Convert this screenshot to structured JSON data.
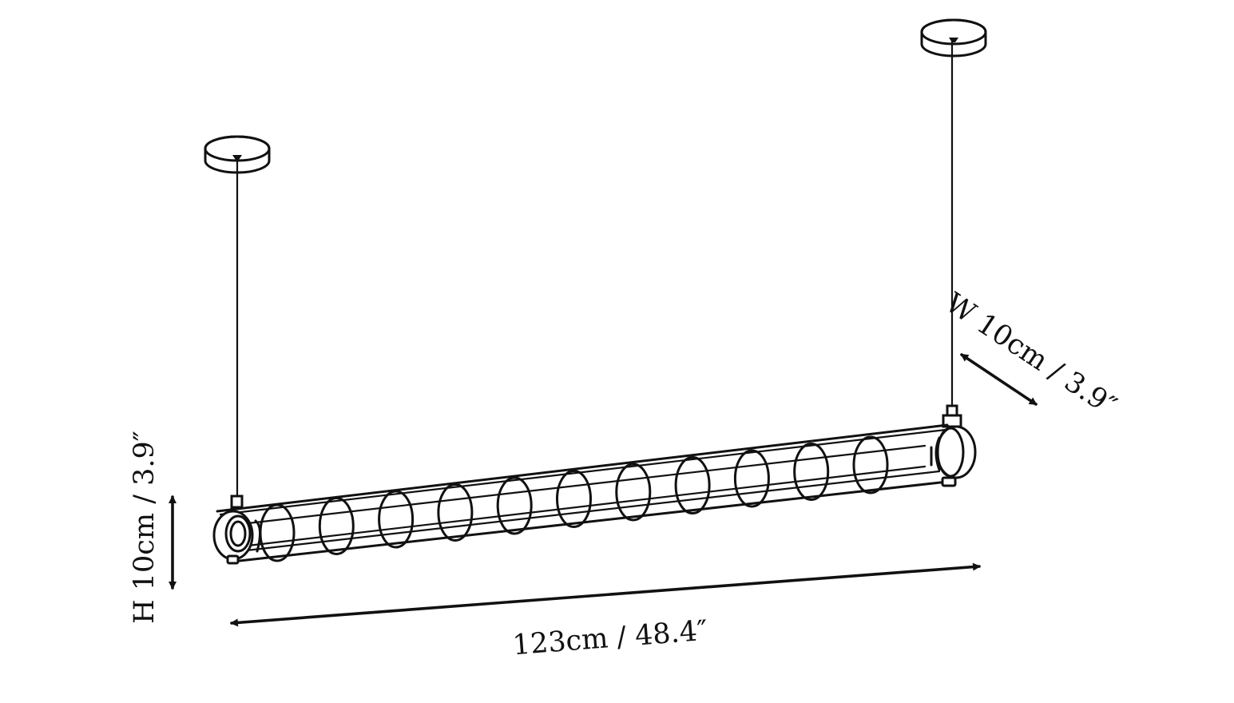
{
  "dimensions": {
    "length_label": "123cm / 48.4″",
    "width_label": "W 10cm / 3.9″",
    "height_label": "H 10cm / 3.9″"
  },
  "colors": {
    "line": "#111111",
    "background": "#ffffff"
  },
  "cage_ring_count": 11
}
